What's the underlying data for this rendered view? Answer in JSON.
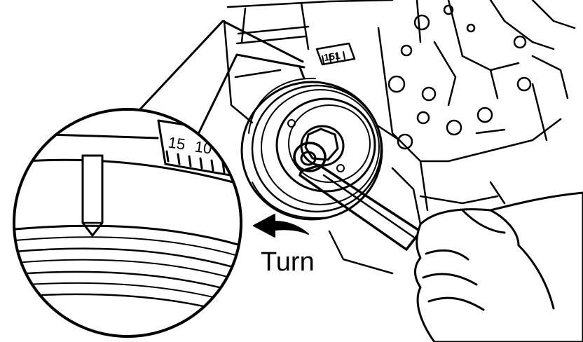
{
  "figure": {
    "turn_label": "Turn",
    "scale_marks_detail": [
      "15",
      "10"
    ],
    "scale_marks_pulley": "151",
    "ink_color": "#000000",
    "paper_color": "#ffffff"
  },
  "icons": {
    "rotation_arrow": "curved-arrow-icon",
    "wrench": "wrench-icon",
    "hand": "hand-icon"
  }
}
